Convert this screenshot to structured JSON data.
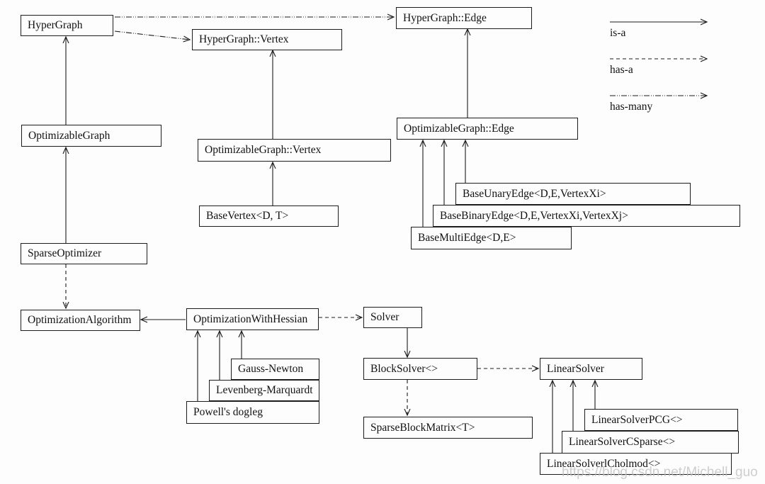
{
  "diagram": {
    "title": "g2o class hierarchy diagram",
    "nodes": {
      "hypergraph": {
        "label": "HyperGraph"
      },
      "hypergraph_vertex": {
        "label": "HyperGraph::Vertex"
      },
      "hypergraph_edge": {
        "label": "HyperGraph::Edge"
      },
      "optimizable_graph": {
        "label": "OptimizableGraph"
      },
      "optimizable_graph_vertex": {
        "label": "OptimizableGraph::Vertex"
      },
      "optimizable_graph_edge": {
        "label": "OptimizableGraph::Edge"
      },
      "base_vertex": {
        "label": "BaseVertex<D, T>"
      },
      "base_unary_edge": {
        "label": "BaseUnaryEdge<D,E,VertexXi>"
      },
      "base_binary_edge": {
        "label": "BaseBinaryEdge<D,E,VertexXi,VertexXj>"
      },
      "base_multi_edge": {
        "label": "BaseMultiEdge<D,E>"
      },
      "sparse_optimizer": {
        "label": "SparseOptimizer"
      },
      "optimization_algorithm": {
        "label": "OptimizationAlgorithm"
      },
      "optimization_with_hessian": {
        "label": "OptimizationWithHessian"
      },
      "gauss_newton": {
        "label": "Gauss-Newton"
      },
      "levenberg_marquardt": {
        "label": "Levenberg-Marquardt"
      },
      "powells_dogleg": {
        "label": "Powell's dogleg"
      },
      "solver": {
        "label": "Solver"
      },
      "block_solver": {
        "label": "BlockSolver<>"
      },
      "linear_solver": {
        "label": "LinearSolver"
      },
      "sparse_block_matrix": {
        "label": "SparseBlockMatrix<T>"
      },
      "linear_solver_pcg": {
        "label": "LinearSolverPCG<>"
      },
      "linear_solver_csparse": {
        "label": "LinearSolverCSparse<>"
      },
      "linear_solver_cholmod": {
        "label": "LinearSolverlCholmod<>"
      }
    },
    "legend": {
      "is_a": "is-a",
      "has_a": "has-a",
      "has_many": "has-many"
    },
    "relationships": [
      {
        "from": "OptimizableGraph",
        "to": "HyperGraph",
        "type": "is-a"
      },
      {
        "from": "SparseOptimizer",
        "to": "OptimizableGraph",
        "type": "is-a"
      },
      {
        "from": "OptimizableGraph::Vertex",
        "to": "HyperGraph::Vertex",
        "type": "is-a"
      },
      {
        "from": "BaseVertex<D, T>",
        "to": "OptimizableGraph::Vertex",
        "type": "is-a"
      },
      {
        "from": "OptimizableGraph::Edge",
        "to": "HyperGraph::Edge",
        "type": "is-a"
      },
      {
        "from": "BaseUnaryEdge<D,E,VertexXi>",
        "to": "OptimizableGraph::Edge",
        "type": "is-a"
      },
      {
        "from": "BaseBinaryEdge<D,E,VertexXi,VertexXj>",
        "to": "OptimizableGraph::Edge",
        "type": "is-a"
      },
      {
        "from": "BaseMultiEdge<D,E>",
        "to": "OptimizableGraph::Edge",
        "type": "is-a"
      },
      {
        "from": "HyperGraph",
        "to": "HyperGraph::Edge",
        "type": "has-many"
      },
      {
        "from": "HyperGraph",
        "to": "HyperGraph::Vertex",
        "type": "has-many"
      },
      {
        "from": "SparseOptimizer",
        "to": "OptimizationAlgorithm",
        "type": "has-a"
      },
      {
        "from": "OptimizationWithHessian",
        "to": "OptimizationAlgorithm",
        "type": "is-a"
      },
      {
        "from": "OptimizationWithHessian",
        "to": "Solver",
        "type": "has-a"
      },
      {
        "from": "Gauss-Newton",
        "to": "OptimizationWithHessian",
        "type": "is-a"
      },
      {
        "from": "Levenberg-Marquardt",
        "to": "OptimizationWithHessian",
        "type": "is-a"
      },
      {
        "from": "Powell's dogleg",
        "to": "OptimizationWithHessian",
        "type": "is-a"
      },
      {
        "from": "Solver",
        "to": "BlockSolver<>",
        "type": "is-a"
      },
      {
        "from": "BlockSolver<>",
        "to": "LinearSolver",
        "type": "has-a"
      },
      {
        "from": "BlockSolver<>",
        "to": "SparseBlockMatrix<T>",
        "type": "has-a"
      },
      {
        "from": "LinearSolverPCG<>",
        "to": "LinearSolver",
        "type": "is-a"
      },
      {
        "from": "LinearSolverCSparse<>",
        "to": "LinearSolver",
        "type": "is-a"
      },
      {
        "from": "LinearSolverlCholmod<>",
        "to": "LinearSolver",
        "type": "is-a"
      }
    ],
    "watermark": "https://blog.csdn.net/Michell_guo",
    "colors": {
      "line": "#1a1a1a",
      "box_border": "#1c1c1c",
      "background": "#fdfdfd",
      "watermark": "#bebebe"
    }
  }
}
